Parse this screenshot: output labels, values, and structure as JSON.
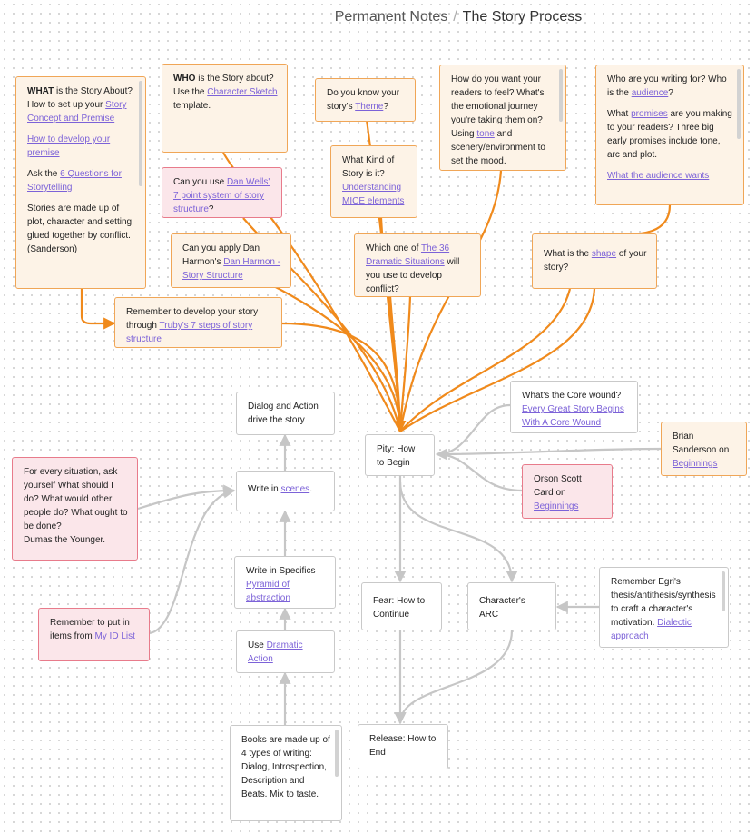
{
  "breadcrumb": {
    "parent": "Permanent Notes",
    "separator": "/",
    "current": "The Story Process"
  },
  "cards": {
    "what": {
      "bold": "WHAT",
      "t1": " is the Story About? How to set up your ",
      "l1": "Story Concept and Premise",
      "l2": "How to develop your premise",
      "t2": "Ask the ",
      "l3": "6 Questions for Storytelling",
      "t3": "Stories are made up of plot, character and setting, glued together by conflict. (Sanderson)"
    },
    "who": {
      "bold": "WHO",
      "t1": " is the Story about? Use the ",
      "l1": "Character Sketch",
      "t2": " template."
    },
    "dan_wells": {
      "t1": "Can you use ",
      "l1": "Dan Wells' 7 point system of story structure",
      "t2": "?"
    },
    "harmon": {
      "t1": "Can you apply Dan Harmon's ",
      "l1": "Dan Harmon - Story Structure"
    },
    "truby": {
      "t1": "Remember to develop your story through ",
      "l1": "Truby's 7 steps of story structure"
    },
    "theme": {
      "t1": "Do you know your story's ",
      "l1": "Theme",
      "t2": "?"
    },
    "mice": {
      "t1": "What Kind of Story is it? ",
      "l1": "Understanding MICE elements"
    },
    "feel": {
      "t1": "How do you want your readers to feel? What's the emotional journey you're taking them on? Using ",
      "l1": "tone",
      "t2": " and scenery/environment to set the mood."
    },
    "dramatic": {
      "t1": "Which one of ",
      "l1": "The 36 Dramatic Situations",
      "t2": " will you use to develop conflict?"
    },
    "audience": {
      "t1": "Who are you writing for? Who is the ",
      "l1": "audience",
      "t2": "?",
      "t3": "What ",
      "l2": "promises",
      "t4": " are you making to your readers? Three big early promises include tone, arc and plot.",
      "l3": "What the audience wants"
    },
    "shape": {
      "t1": "What is the ",
      "l1": "shape",
      "t2": " of your story?"
    },
    "dialog": {
      "t1": "Dialog and Action drive the story"
    },
    "scenes": {
      "t1": "Write in ",
      "l1": "scenes",
      "t2": "."
    },
    "specifics": {
      "t1": "Write in Specifics ",
      "l1": "Pyramid of abstraction"
    },
    "dramatic_action": {
      "t1": "Use ",
      "l1": "Dramatic Action"
    },
    "books": {
      "t1": "Books are made up of 4 types of writing: Dialog, Introspection, Description and Beats. Mix to taste."
    },
    "dumas": {
      "t1": "For every situation, ask yourself What should I do? What would other people do? What ought to be done?",
      "t2": "Dumas the Younger."
    },
    "idlist": {
      "t1": "Remember to put in items from ",
      "l1": "My ID List"
    },
    "pity": {
      "t1": "Pity: How to Begin"
    },
    "core_wound": {
      "t1": "What's the Core wound? ",
      "l1": "Every Great Story Begins With A Core Wound"
    },
    "brian": {
      "t1": "Brian Sanderson on ",
      "l1": "Beginnings"
    },
    "orson": {
      "t1": "Orson Scott Card on ",
      "l1": "Beginnings"
    },
    "fear": {
      "t1": "Fear: How to Continue"
    },
    "arc": {
      "t1": "Character's ARC"
    },
    "egri": {
      "t1": "Remember Egri's thesis/antithesis/synthesis to craft a character's motivation. ",
      "l1": "Dialectic approach"
    },
    "release": {
      "t1": "Release: How to End"
    }
  },
  "colors": {
    "orange": "#f08a1c",
    "gray": "#c6c6c6",
    "link": "#7c62d8"
  }
}
